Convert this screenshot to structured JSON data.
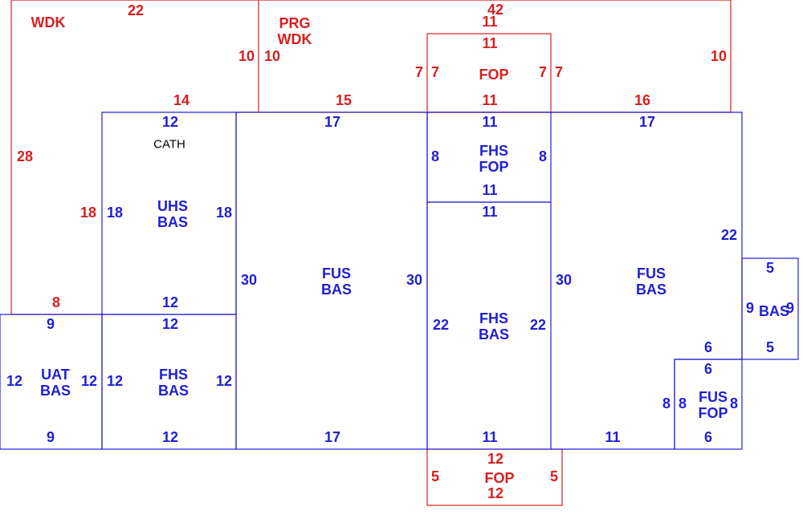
{
  "colors": {
    "blue": "#1f1fd1",
    "red": "#d71f1f",
    "black": "#000000"
  },
  "areas": {
    "wdk_left": {
      "name": "WDK"
    },
    "prg_wdk": {
      "line1": "PRG",
      "line2": "WDK"
    },
    "fop_top": {
      "name": "FOP"
    },
    "fhs_fop": {
      "line1": "FHS",
      "line2": "FOP"
    },
    "uhs_bas": {
      "line1": "UHS",
      "line2": "BAS",
      "note": "CATH"
    },
    "fus_bas_left": {
      "line1": "FUS",
      "line2": "BAS"
    },
    "fhs_bas_mid": {
      "line1": "FHS",
      "line2": "BAS"
    },
    "fus_bas_right": {
      "line1": "FUS",
      "line2": "BAS"
    },
    "bas_small": {
      "name": "BAS"
    },
    "uat_bas": {
      "line1": "UAT",
      "line2": "BAS"
    },
    "fhs_bas_low": {
      "line1": "FHS",
      "line2": "BAS"
    },
    "fus_fop": {
      "line1": "FUS",
      "line2": "FOP"
    },
    "fop_bottom": {
      "name": "FOP"
    }
  },
  "dims": {
    "wdk_top": "22",
    "prg_top": "42",
    "prg_top_11": "11",
    "wdk_left": "28",
    "wdk_right_10": "10",
    "prg_left_10": "10",
    "prg_right_10": "10",
    "wdk_bottom_8": "8",
    "red_bottom_14": "14",
    "red_bottom_15": "15",
    "red_bottom_16": "16",
    "uhs_left_red_18": "18",
    "fop_top_11": "11",
    "fop_left_outer": "7",
    "fop_left_inner": "7",
    "fop_right_inner": "7",
    "fop_right_outer": "7",
    "fop_bottom_11": "11",
    "uhs_top": "12",
    "uhs_left": "18",
    "uhs_right": "18",
    "uhs_bottom": "12",
    "fus_l_top": "17",
    "fus_l_left": "30",
    "fus_l_right": "30",
    "fus_l_bottom": "17",
    "fhs_fop_top": "11",
    "fhs_fop_left": "8",
    "fhs_fop_right": "8",
    "fhs_fop_bottom": "11",
    "fhs_bas_top": "11",
    "fhs_bas_left": "22",
    "fhs_bas_right": "22",
    "fhs_bas_bottom": "11",
    "fus_r_top": "17",
    "fus_r_left": "30",
    "fus_r_right": "22",
    "fus_r_bottom": "11",
    "bas_top": "5",
    "bas_left": "9",
    "bas_right": "9",
    "bas_bottom": "5",
    "fus_r_notch": "6",
    "uat_top": "9",
    "uat_left": "12",
    "uat_right": "12",
    "uat_bottom": "9",
    "fhs_low_top": "12",
    "fhs_low_left": "12",
    "fhs_low_right": "12",
    "fhs_low_bottom": "12",
    "fus_fop_top": "6",
    "fus_fop_left_outer": "8",
    "fus_fop_left_inner": "8",
    "fus_fop_right": "8",
    "fus_fop_bottom": "6",
    "fopb_top": "12",
    "fopb_left": "5",
    "fopb_right": "5",
    "fopb_bottom": "12"
  }
}
